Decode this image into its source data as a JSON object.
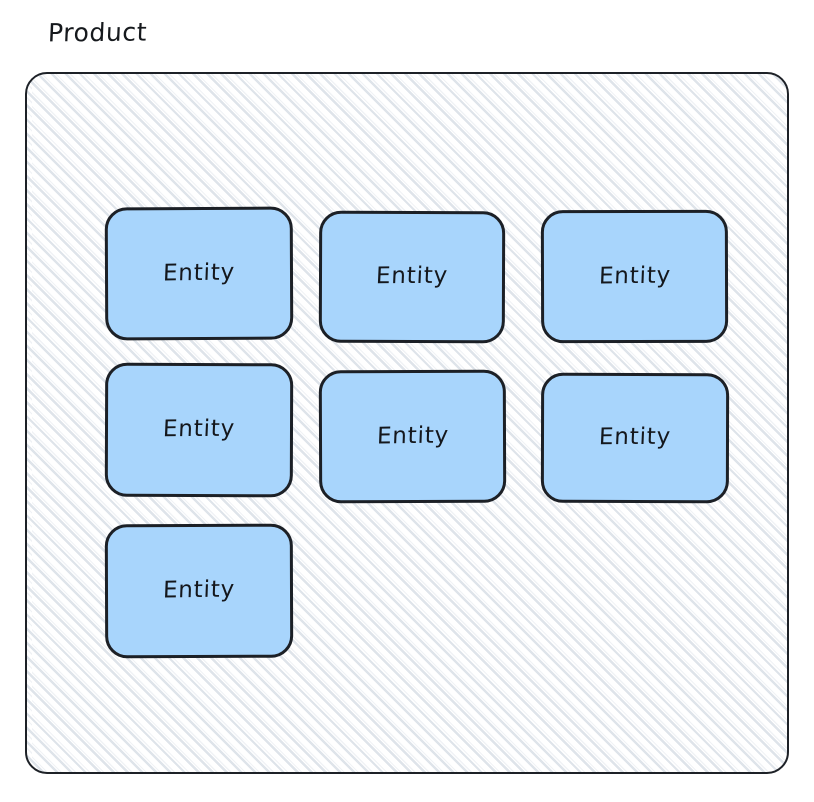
{
  "diagram": {
    "type": "grouped-entity-diagram",
    "title": "Product",
    "group": {
      "label": "Product",
      "fill_pattern": "diagonal-hatch",
      "border_color": "#1d2127",
      "hatch_color": "#c4cdd8"
    },
    "entity_fill_color": "#a8d5fc",
    "entity_border_color": "#1c2026",
    "text_color": "#14171c",
    "entities": [
      {
        "label": "Entity"
      },
      {
        "label": "Entity"
      },
      {
        "label": "Entity"
      },
      {
        "label": "Entity"
      },
      {
        "label": "Entity"
      },
      {
        "label": "Entity"
      },
      {
        "label": "Entity"
      }
    ]
  }
}
